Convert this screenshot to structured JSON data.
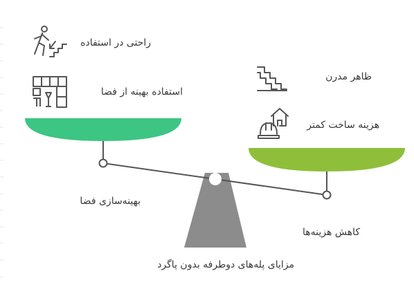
{
  "title": "مزایای پله‌های دوطرفه بدون پاگرد",
  "left": {
    "label": "بهینه‌سازی فضا",
    "color": "#3cc583",
    "items": [
      {
        "text": "راحتی در استفاده",
        "icon": "person-climbing-stairs-icon"
      },
      {
        "text": "استفاده بهینه از فضا",
        "icon": "floor-plan-icon"
      }
    ]
  },
  "right": {
    "label": "کاهش هزینه‌ها",
    "color": "#8fbf3a",
    "items": [
      {
        "text": "ظاهر مدرن",
        "icon": "stairs-icon"
      },
      {
        "text": "هزینه ساخت کمتر",
        "icon": "construction-house-icon"
      }
    ]
  },
  "colors": {
    "beam": "#555555",
    "fulcrum": "#8c8c8c",
    "text": "#3a3a3a"
  }
}
